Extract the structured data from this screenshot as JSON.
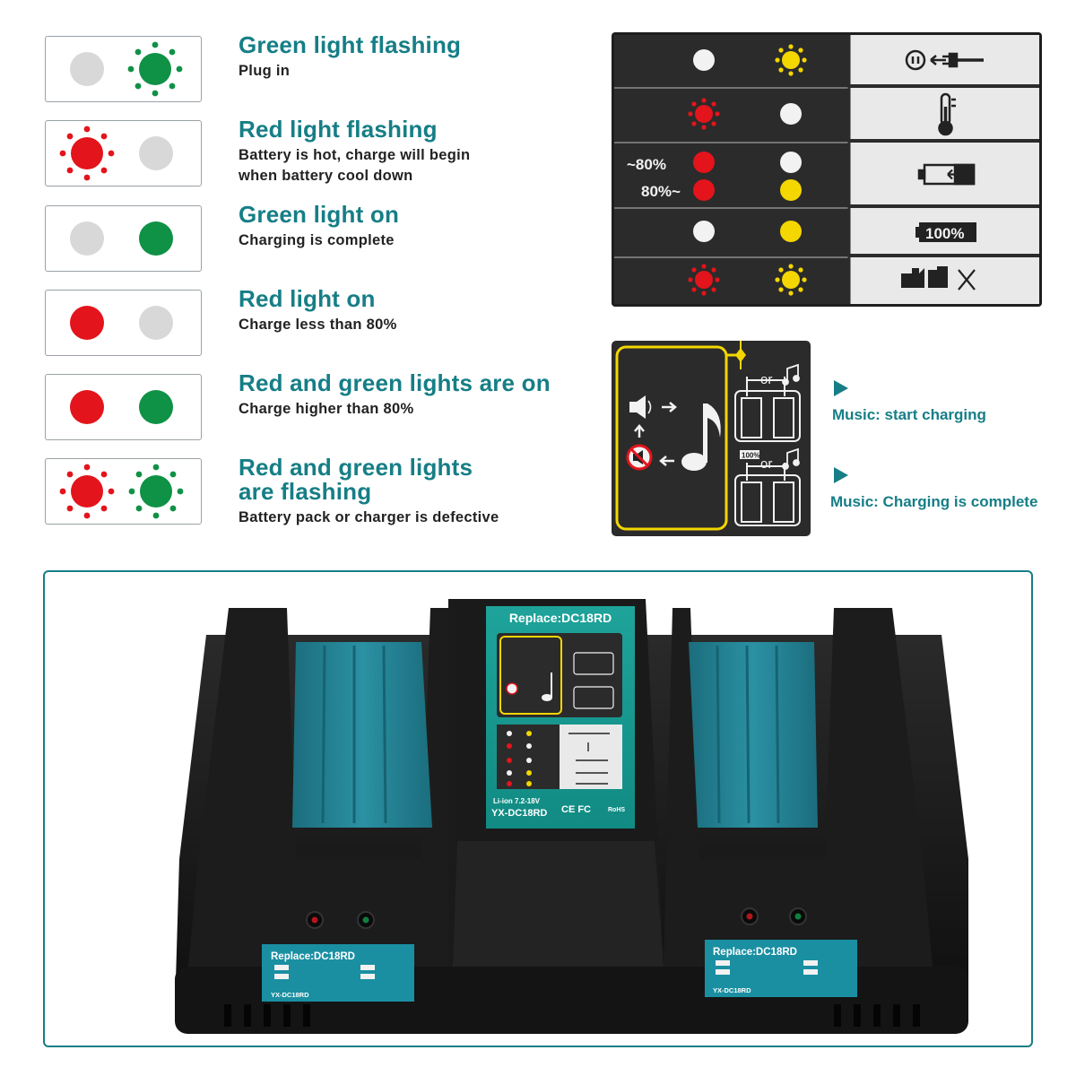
{
  "legend": [
    {
      "title": "Green light flashing",
      "desc": "Plug in"
    },
    {
      "title": "Red light flashing",
      "desc": "Battery is hot, charge will begin\nwhen battery cool down"
    },
    {
      "title": "Green light on",
      "desc": "Charging is complete"
    },
    {
      "title": "Red light on",
      "desc": "Charge less than 80%"
    },
    {
      "title": "Red and green lights are on",
      "desc": "Charge higher than 80%"
    },
    {
      "title": "Red and green lights\nare flashing",
      "desc": "Battery pack or charger is defective"
    }
  ],
  "indicator_chart": {
    "label_below_80": "~80%",
    "label_above_80": "80%~",
    "label_full": "100%"
  },
  "music": {
    "start": "Music: start charging",
    "complete": "Music: Charging is complete",
    "or": "or",
    "full_badge": "100%"
  },
  "charger": {
    "model_label": "Replace:DC18RD",
    "voltage_label": "Li-ion 7.2-18V",
    "product_code": "YX-DC18RD",
    "cert_marks": "CE FC",
    "rohs": "RoHS",
    "left_plate_label": "Replace:DC18RD",
    "right_plate_label": "Replace:DC18RD",
    "plate_code": "YX-DC18RD"
  },
  "colors": {
    "accent": "#167e86",
    "led_red": "#e3141b",
    "led_green": "#0f9146",
    "led_off": "#d8d8d8",
    "led_yellow": "#f4d600",
    "battery_rail": "#1f7f92"
  }
}
